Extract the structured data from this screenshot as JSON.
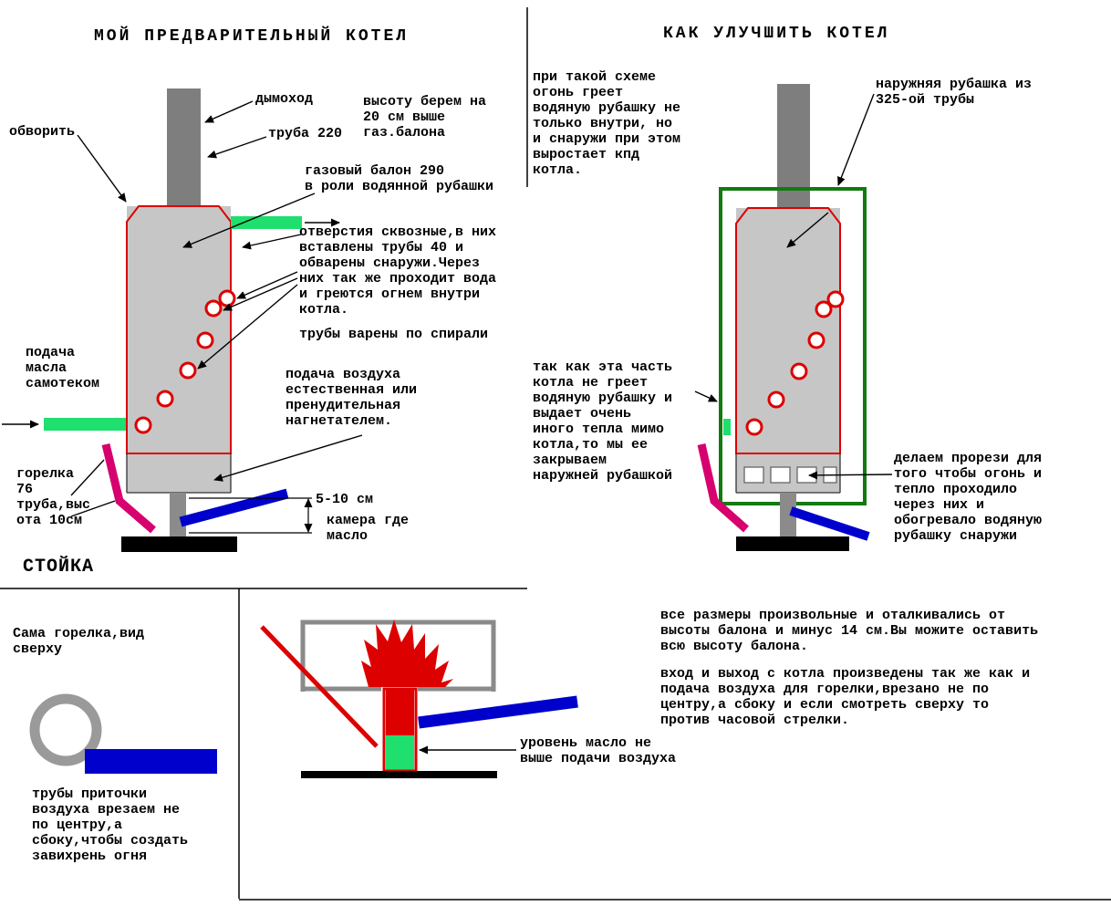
{
  "colors": {
    "red": "#dd0000",
    "gray_body": "#c6c6c6",
    "gray_dark": "#7e7e7e",
    "green_bright": "#1fdf6e",
    "green_dark": "#117a11",
    "magenta": "#d6006e",
    "blue": "#0000cc",
    "black": "#000000"
  },
  "left_panel": {
    "title": "МОЙ ПРЕДВАРИТЕЛЬНЫЙ КОТЕЛ",
    "labels": {
      "obvorit": "обворить",
      "dymohod": "дымоход",
      "truba_220": "труба 220",
      "vysota": "высоту берем на\n20 см выше\nгаз.балона",
      "gazovy_balon": "газовый балон 290\nв роли водянной рубашки",
      "otverstiya": "отверстия сквозные,в них\nвставлены трубы 40 и\nобварены снаружи.Через\nних так же проходит вода\nи греются огнем внутри\nкотла.",
      "spirali": "трубы варены по спирали",
      "podacha_masla": "подача\nмасла\nсамотеком",
      "podacha_vozduha": "подача воздуха\nестественная или\nпренудительная\nнагнетателем.",
      "gorelka": "горелка\n76\nтруба,выс\nота 10см",
      "razmer": "5-10 см",
      "kamera": "камера где\nмасло",
      "stoyka": "СТОЙКА"
    }
  },
  "middle_notes": {
    "pri_takoy_sheme": "при такой схеме\nогонь греет\nводяную рубашку не\nтолько внутри, но\nи снаружи при этом\nвыростает кпд\nкотла.",
    "tak_kak": "так как эта часть\nкотла не греет\nводяную рубашку и\nвыдает очень\nиного тепла мимо\nкотла,то мы ее\nзакрываем\nнаружней рубашкой"
  },
  "right_panel": {
    "title": "КАК УЛУЧШИТЬ КОТЕЛ",
    "labels": {
      "naruzhnaya_rubashka": "наружняя рубашка из\n325-ой трубы",
      "delaem_prorezi": "делаем прорези для\nтого чтобы огонь и\nтепло проходило\nчерез них и\nобогревало водяную\nрубашку снаружи"
    }
  },
  "bottom_section": {
    "sama_gorelka": "Сама горелка,вид\nсверху",
    "truby_pritochki": "трубы приточки\nвоздуха врезаем не\nпо центру,а\nсбоку,чтобы создать\nзавихрень огня",
    "uroven_masla": "уровень масло не\nвыше подачи воздуха",
    "vse_razmery": "все размеры произвольные и оталкивались от\nвысоты балона и минус 14 см.Вы можите оставить\nвсю высоту балона.",
    "vhod_vyhod": "вход и выход с котла произведены так же как и\nподача воздуха для горелки,врезано не по\nцентру,а сбоку и если смотреть сверху то\nпротив часовой стрелки."
  }
}
